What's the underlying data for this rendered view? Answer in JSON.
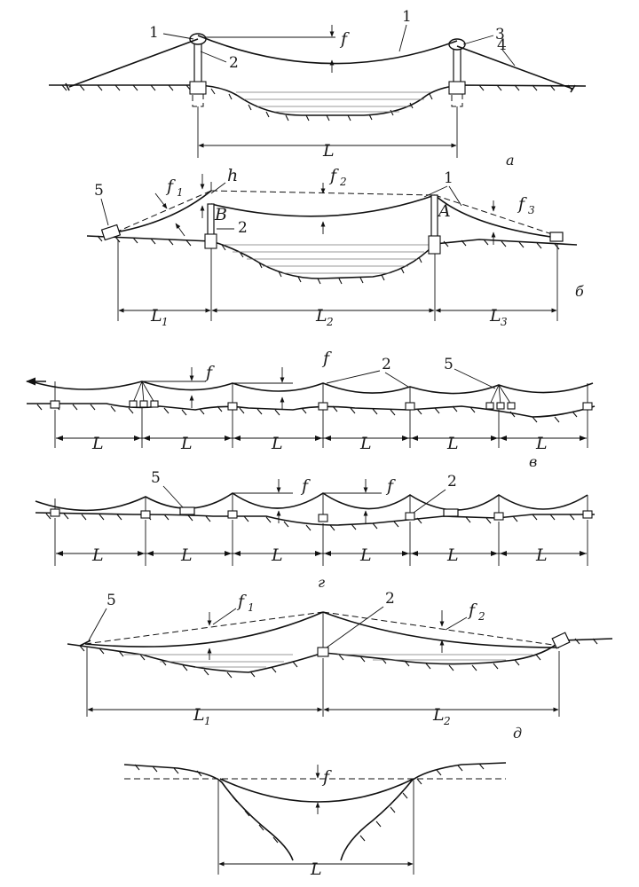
{
  "panel_a": {
    "labels": {
      "rope": "1",
      "saddle": "1",
      "post": "2",
      "pulley": "3",
      "guy": "4"
    },
    "sag": "f",
    "span": "L",
    "letter": "а"
  },
  "panel_b": {
    "labels": {
      "anchor": "5",
      "rope": "1",
      "post": "2"
    },
    "sag_1": "f",
    "sag_1_sub": "1",
    "sag_2": "f",
    "sag_2_sub": "2",
    "sag_3": "f",
    "sag_3_sub": "3",
    "height": "h",
    "point_a": "A",
    "point_b": "B",
    "span_1": "L",
    "span_1_sub": "1",
    "span_2": "L",
    "span_2_sub": "2",
    "span_3": "L",
    "span_3_sub": "3",
    "letter": "б"
  },
  "panel_v": {
    "labels": {
      "post": "2",
      "anchor": "5"
    },
    "sag": "f",
    "spans": [
      "L",
      "L",
      "L",
      "L",
      "L",
      "L"
    ],
    "letter": "в"
  },
  "panel_g": {
    "labels": {
      "anchor": "5",
      "post": "2"
    },
    "sag": "f",
    "spans": [
      "L",
      "L",
      "L",
      "L",
      "L",
      "L"
    ],
    "letter": "г"
  },
  "panel_d": {
    "labels": {
      "anchor": "5",
      "post": "2"
    },
    "sag_1": "f",
    "sag_1_sub": "1",
    "sag_2": "f",
    "sag_2_sub": "2",
    "span_1": "L",
    "span_1_sub": "1",
    "span_2": "L",
    "span_2_sub": "2",
    "letter": "д"
  },
  "panel_e": {
    "sag": "f",
    "span": "L"
  }
}
